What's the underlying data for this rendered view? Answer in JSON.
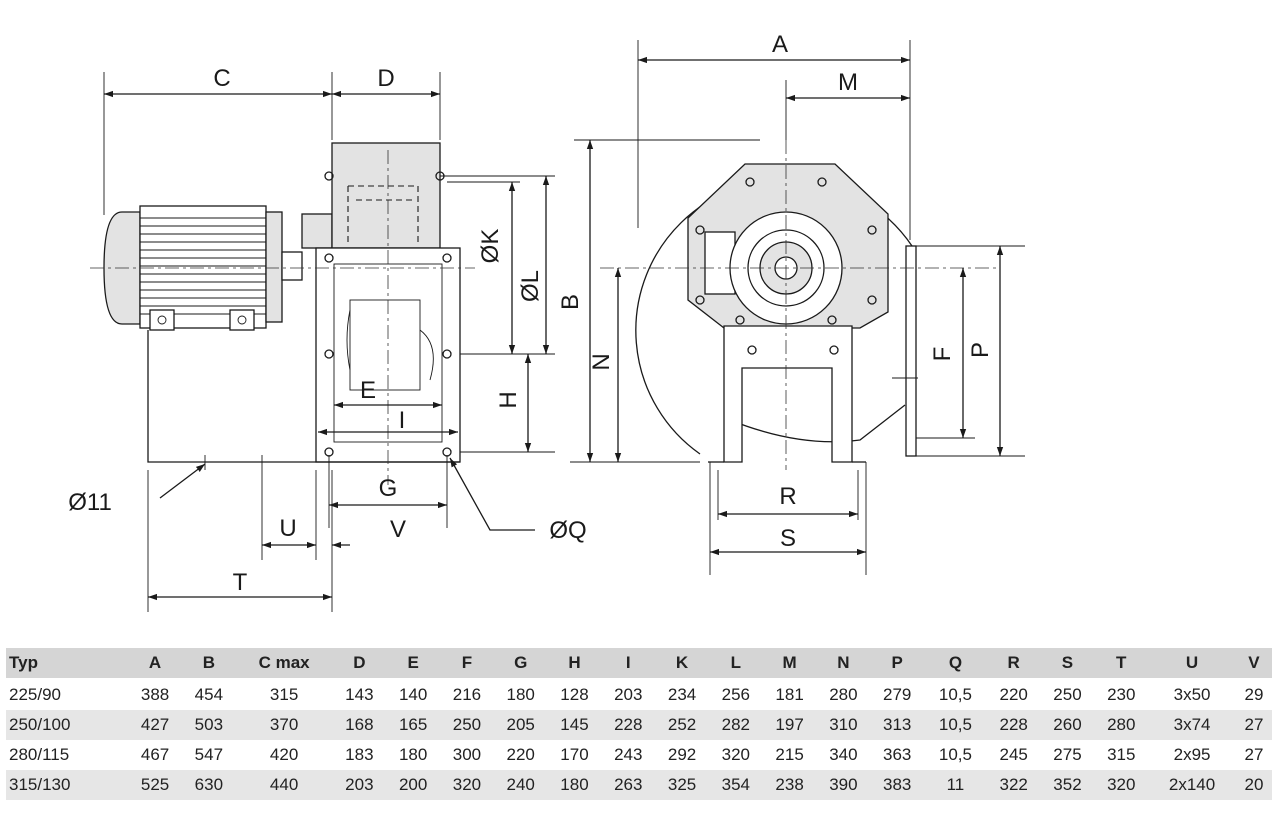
{
  "labels": {
    "C": "C",
    "D": "D",
    "A": "A",
    "M": "M",
    "K": "ØK",
    "L": "ØL",
    "B": "B",
    "N": "N",
    "H": "H",
    "E": "E",
    "I": "I",
    "G": "G",
    "O11": "Ø11",
    "U": "U",
    "V": "V",
    "T": "T",
    "Q": "ØQ",
    "F": "F",
    "P": "P",
    "R": "R",
    "S": "S"
  },
  "table": {
    "headers": [
      "Typ",
      "A",
      "B",
      "C max",
      "D",
      "E",
      "F",
      "G",
      "H",
      "I",
      "K",
      "L",
      "M",
      "N",
      "P",
      "Q",
      "R",
      "S",
      "T",
      "U",
      "V"
    ],
    "rows": [
      [
        "225/90",
        "388",
        "454",
        "315",
        "143",
        "140",
        "216",
        "180",
        "128",
        "203",
        "234",
        "256",
        "181",
        "280",
        "279",
        "10,5",
        "220",
        "250",
        "230",
        "3x50",
        "29"
      ],
      [
        "250/100",
        "427",
        "503",
        "370",
        "168",
        "165",
        "250",
        "205",
        "145",
        "228",
        "252",
        "282",
        "197",
        "310",
        "313",
        "10,5",
        "228",
        "260",
        "280",
        "3x74",
        "27"
      ],
      [
        "280/115",
        "467",
        "547",
        "420",
        "183",
        "180",
        "300",
        "220",
        "170",
        "243",
        "292",
        "320",
        "215",
        "340",
        "363",
        "10,5",
        "245",
        "275",
        "315",
        "2x95",
        "27"
      ],
      [
        "315/130",
        "525",
        "630",
        "440",
        "203",
        "200",
        "320",
        "240",
        "180",
        "263",
        "325",
        "354",
        "238",
        "390",
        "383",
        "11",
        "322",
        "352",
        "320",
        "2x140",
        "20"
      ]
    ]
  }
}
